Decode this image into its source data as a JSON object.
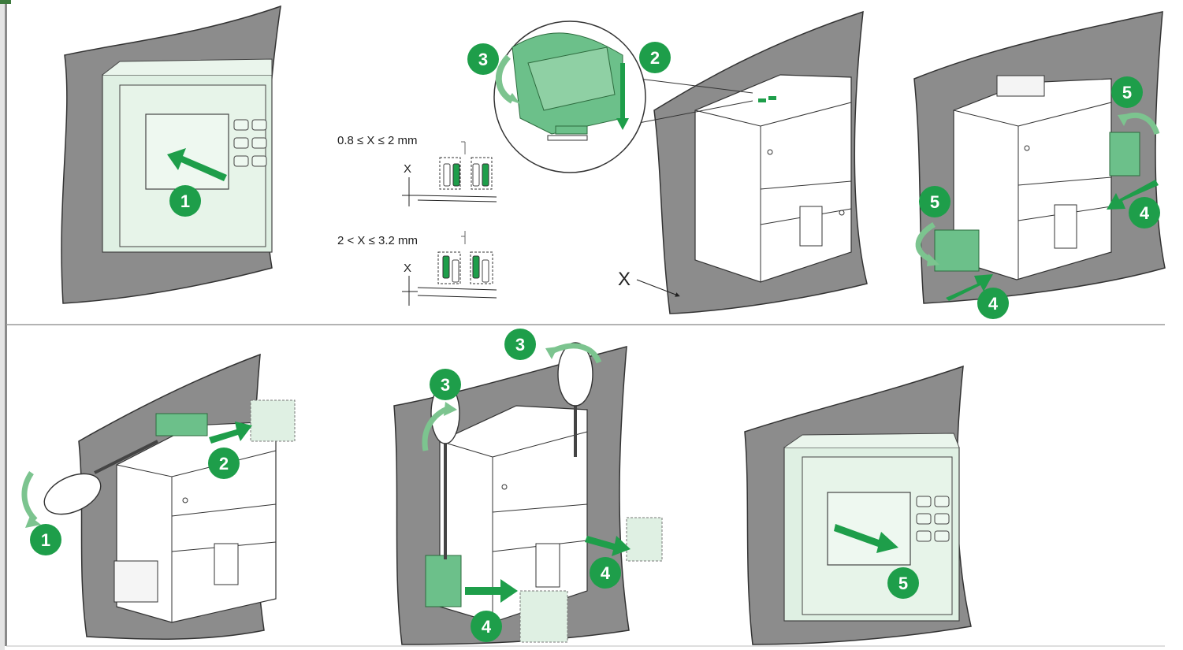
{
  "figure": {
    "colors": {
      "wall": "#8c8c8c",
      "wall_edge": "#333333",
      "device_fill": "#ffffff",
      "device_stroke": "#333333",
      "green": "#1e9e4a",
      "green_light": "#dff0e3",
      "green_clip": "#6cc08a",
      "arrow_gray": "#9a9a9a",
      "divider": "#9a9a9a"
    },
    "tolerance": {
      "range1": "0.8 ≤ X ≤ 2 mm",
      "range2": "2 < X ≤ 3.2 mm",
      "x_symbol": "X"
    },
    "thickness_label": "X",
    "panels": [
      {
        "id": "top-1",
        "steps": [
          "1"
        ]
      },
      {
        "id": "top-2",
        "steps": [
          "3",
          "2"
        ]
      },
      {
        "id": "top-3",
        "steps": [
          "5",
          "5",
          "4",
          "4"
        ]
      },
      {
        "id": "bottom-1",
        "steps": [
          "1",
          "2"
        ]
      },
      {
        "id": "bottom-2",
        "steps": [
          "3",
          "3",
          "4",
          "4"
        ]
      },
      {
        "id": "bottom-3",
        "steps": [
          "5"
        ]
      }
    ]
  }
}
